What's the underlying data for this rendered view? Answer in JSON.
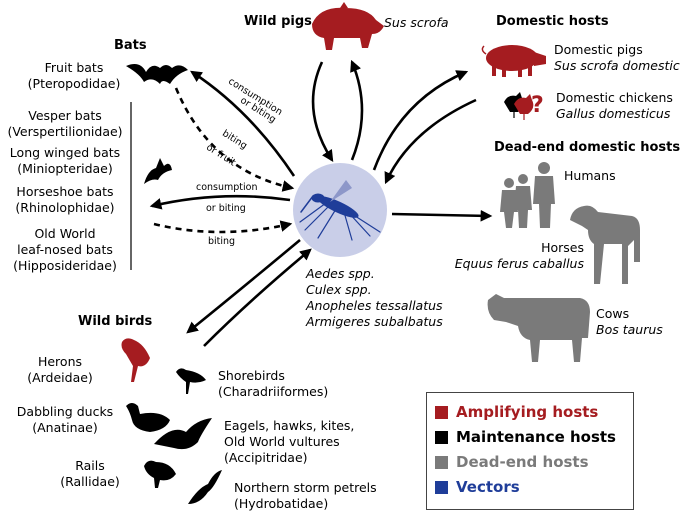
{
  "colors": {
    "amplifying": "#a51c20",
    "maintenance": "#000000",
    "dead_end": "#7a7a7a",
    "vectors": "#1f3d99",
    "vector_circle": "#c9cee8"
  },
  "wild_pigs": {
    "title": "Wild pigs",
    "species": "Sus scrofa",
    "icon": "wild-boar-icon"
  },
  "bats": {
    "title": "Bats",
    "groups": [
      {
        "name": "Fruit bats",
        "family": "(Pteropodidae)"
      },
      {
        "name": "Vesper bats",
        "family": "(Verspertilionidae)"
      },
      {
        "name": "Long winged bats",
        "family": "(Miniopteridae)"
      },
      {
        "name": "Horseshoe bats",
        "family": "(Rhinolophidae)"
      },
      {
        "name": "Old World",
        "name2": "leaf-nosed bats",
        "family": "(Hipposideridae)"
      }
    ]
  },
  "domestic_hosts": {
    "title": "Domestic hosts",
    "items": [
      {
        "name": "Domestic pigs",
        "species": "Sus scrofa domestica"
      },
      {
        "name": "Domestic chickens",
        "species": "Gallus domesticus"
      }
    ],
    "question_mark": "?"
  },
  "dead_end_hosts": {
    "title": "Dead-end domestic hosts",
    "items": [
      {
        "name": "Humans"
      },
      {
        "name": "Horses",
        "species": "Equus ferus caballus"
      },
      {
        "name": "Cows",
        "species": "Bos taurus"
      }
    ]
  },
  "vectors": {
    "species": [
      "Aedes spp.",
      "Culex spp.",
      "Anopheles tessallatus",
      "Armigeres subalbatus"
    ]
  },
  "wild_birds": {
    "title": "Wild birds",
    "groups": [
      {
        "name": "Herons",
        "family": "(Ardeidae)"
      },
      {
        "name": "Shorebirds",
        "family": "(Charadriiformes)"
      },
      {
        "name": "Dabbling ducks",
        "family": "(Anatinae)"
      },
      {
        "name": "Eagels, hawks, kites,",
        "name2": "Old World vultures",
        "family": "(Accipitridae)"
      },
      {
        "name": "Rails",
        "family": "(Rallidae)"
      },
      {
        "name": "Northern storm petrels",
        "family": "(Hydrobatidae)"
      }
    ]
  },
  "arrow_labels": {
    "fruit_consumption": "consumption",
    "fruit_or_biting": "or biting",
    "fruit_biting": "biting",
    "fruit_or_fruit": "or fruit",
    "mid_consumption": "consumption",
    "mid_or_biting": "or biting",
    "mid_biting": "biting"
  },
  "legend": {
    "items": [
      {
        "label": "Amplifying hosts",
        "color": "#a51c20"
      },
      {
        "label": "Maintenance hosts",
        "color": "#000000"
      },
      {
        "label": "Dead-end hosts",
        "color": "#7a7a7a"
      },
      {
        "label": "Vectors",
        "color": "#1f3d99"
      }
    ]
  }
}
